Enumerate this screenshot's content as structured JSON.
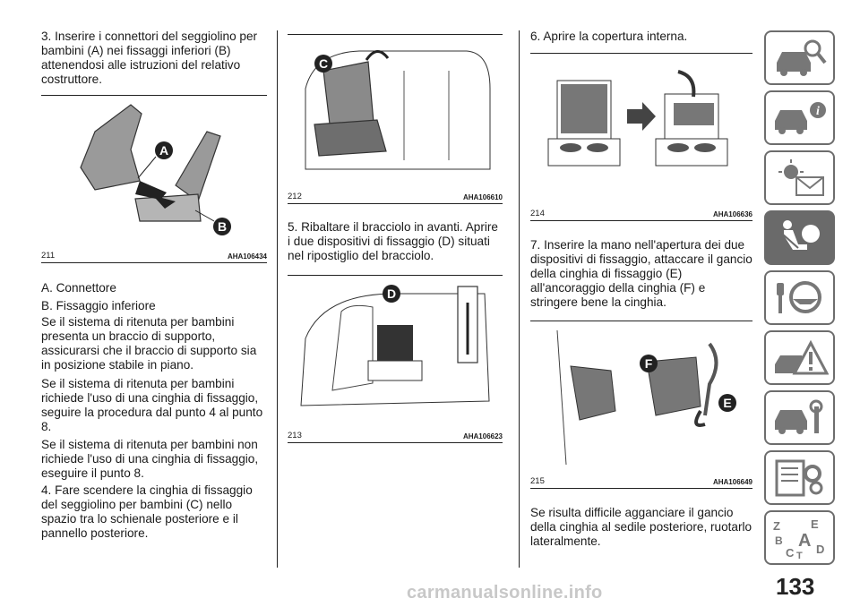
{
  "column1": {
    "step3": "3. Inserire i connettori del seggiolino per bambini (A) nei fissaggi inferiori (B) attenendosi alle istruzioni del relativo costruttore.",
    "figure": {
      "number": "211",
      "code": "AHA106434",
      "callouts": [
        "A",
        "B"
      ]
    },
    "item_a": "A. Connettore",
    "item_b": "B. Fissaggio inferiore",
    "para1": "Se il sistema di ritenuta per bambini presenta un braccio di supporto, assicurarsi che il braccio di supporto sia in posizione stabile in piano.",
    "para2": "Se il sistema di ritenuta per bambini richiede l'uso di una cinghia di fissaggio, seguire la procedura dal punto 4 al punto 8.",
    "para3": "Se il sistema di ritenuta per bambini non richiede l'uso di una cinghia di fissaggio, eseguire il punto 8.",
    "step4": "4. Fare scendere la cinghia di fissaggio del seggiolino per bambini (C) nello spazio tra lo schienale posteriore e il pannello posteriore."
  },
  "column2": {
    "figure212": {
      "number": "212",
      "code": "AHA106610",
      "callouts": [
        "C"
      ]
    },
    "step5": "5. Ribaltare il bracciolo in avanti. Aprire i due dispositivi di fissaggio (D) situati nel ripostiglio del bracciolo.",
    "figure213": {
      "number": "213",
      "code": "AHA106623",
      "callouts": [
        "D"
      ]
    }
  },
  "column3": {
    "step6": "6. Aprire la copertura interna.",
    "figure214": {
      "number": "214",
      "code": "AHA106636"
    },
    "step7": "7. Inserire la mano nell'apertura dei due dispositivi di fissaggio, attaccare il gancio della cinghia di fissaggio (E) all'ancoraggio della cinghia (F) e stringere bene la cinghia.",
    "figure215": {
      "number": "215",
      "code": "AHA106649",
      "callouts": [
        "F",
        "E"
      ]
    },
    "note": "Se risulta difficile agganciare il gancio della cinghia al sedile posteriore, ruotarlo lateralmente."
  },
  "side_tabs": [
    {
      "icon": "car-magnifier-icon",
      "active": false
    },
    {
      "icon": "car-info-icon",
      "active": false
    },
    {
      "icon": "warning-light-envelope-icon",
      "active": false
    },
    {
      "icon": "seat-airbag-icon",
      "active": true
    },
    {
      "icon": "key-steering-wheel-icon",
      "active": false
    },
    {
      "icon": "car-breakdown-warning-icon",
      "active": false
    },
    {
      "icon": "car-wrench-icon",
      "active": false
    },
    {
      "icon": "spec-sheet-gear-icon",
      "active": false
    },
    {
      "icon": "alphabet-index-icon",
      "active": false
    }
  ],
  "index_letters": [
    "Z",
    "E",
    "B",
    "A",
    "C",
    "T",
    "D"
  ],
  "page_number": "133",
  "watermark": "carmanualsonline.info"
}
